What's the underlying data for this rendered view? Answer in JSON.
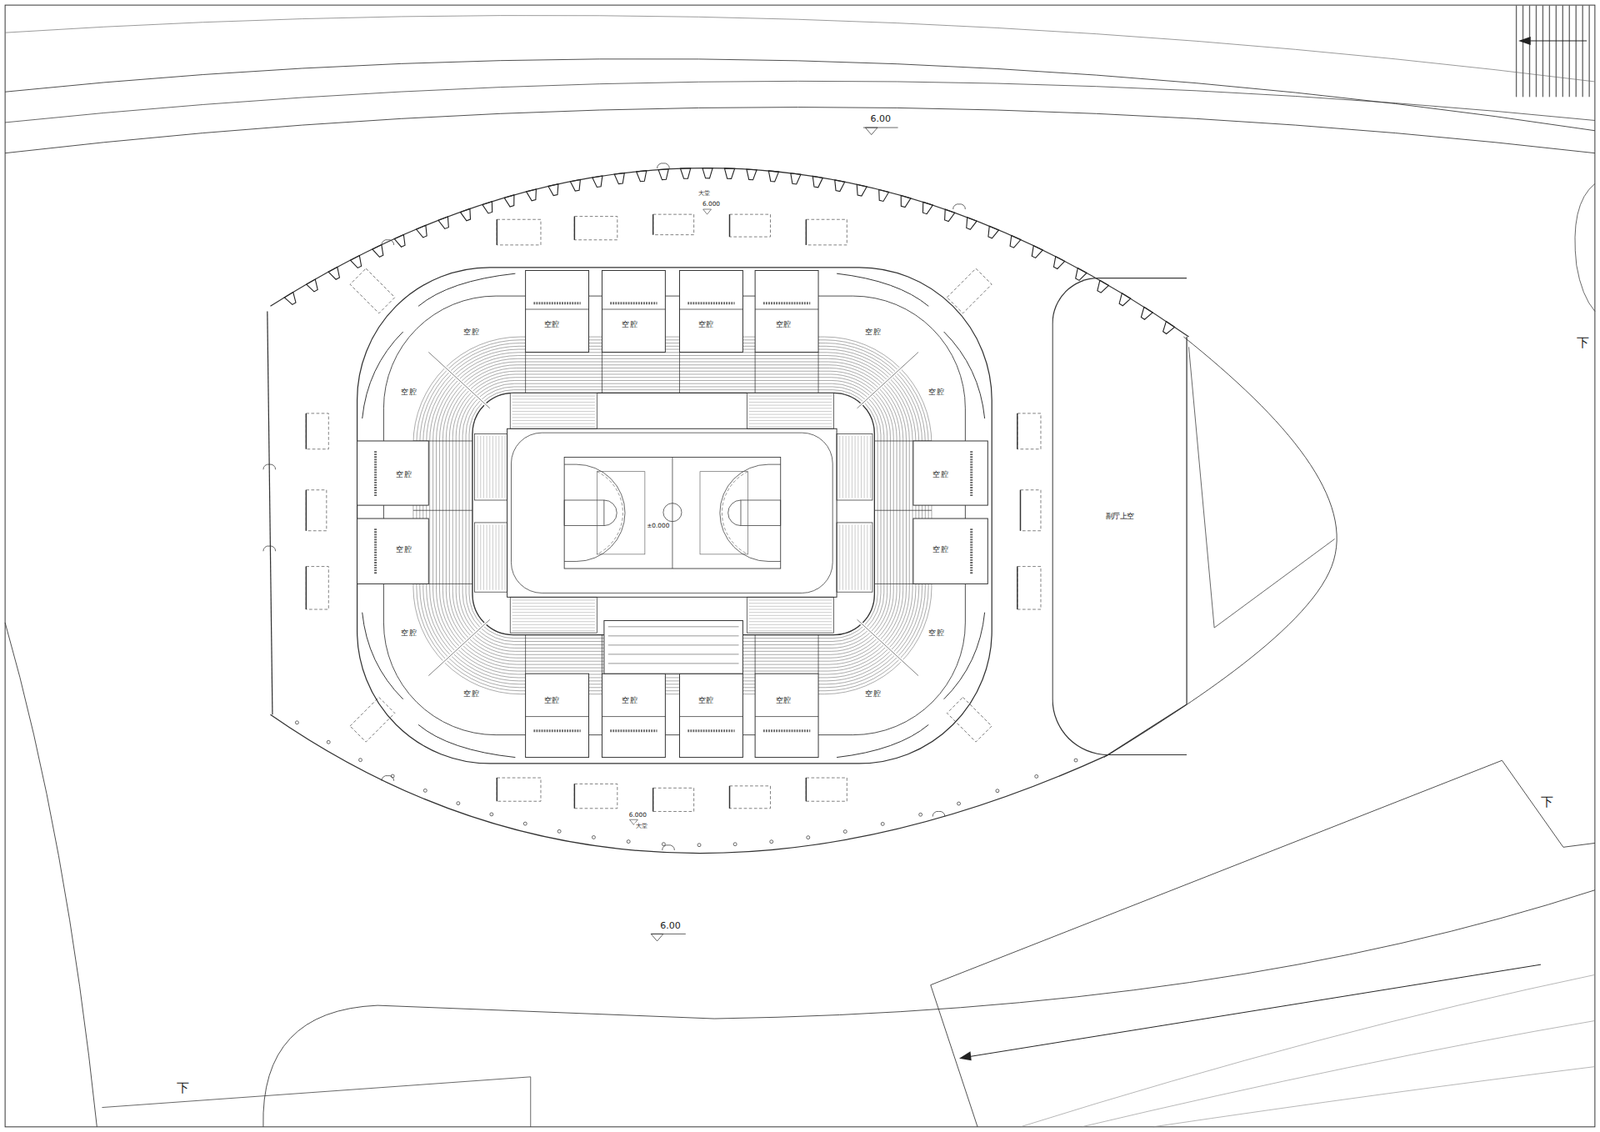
{
  "diagram": {
    "nodes": [
      {
        "text": [
          "副厅上空"
        ]
      }
    ],
    "labels": [
      "6.00",
      "大堂",
      "6.000",
      "空腔",
      "空腔",
      "空腔",
      "空腔",
      "空腔",
      "空腔",
      "空腔",
      "空腔",
      "空腔",
      "空腔",
      "空腔",
      "空腔",
      "空腔",
      "空腔",
      "下",
      "±0.000",
      "空腔",
      "空腔",
      "空腔",
      "空腔",
      "空腔",
      "空腔",
      "下",
      "6.000",
      "大堂",
      "6.00",
      "下"
    ]
  }
}
